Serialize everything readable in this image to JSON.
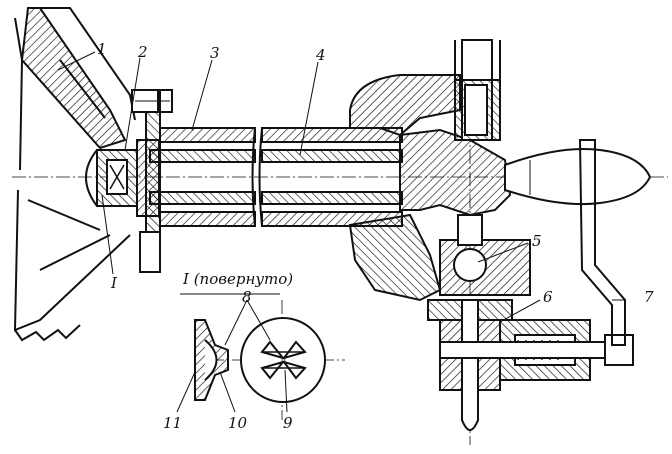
{
  "callouts": {
    "c1": "1",
    "c2": "2",
    "c3": "3",
    "c4": "4",
    "c5": "5",
    "c6": "6",
    "c7": "7",
    "c8": "8",
    "c9": "9",
    "c10": "10",
    "c11": "11",
    "section_mark": "I",
    "detail_title": "I (повернуто)"
  }
}
